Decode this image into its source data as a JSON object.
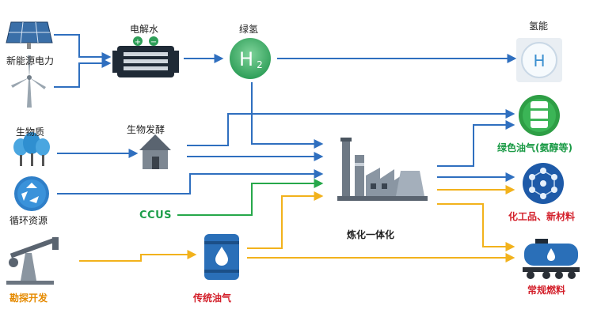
{
  "nodes": {
    "renewable_power": "新能源电力",
    "electrolysis": "电解水",
    "green_hydrogen": "绿氢",
    "hydrogen_symbol_main": "H",
    "hydrogen_symbol_sub": "2",
    "hydrogen_energy": "氢能",
    "hydrogen_icon_letter": "H",
    "biomass": "生物质",
    "bio_fermentation": "生物发酵",
    "recycled_resources": "循环资源",
    "ccus": "CCUS",
    "refining_integration": "炼化一体化",
    "green_oil_gas": "绿色油气(氨醇等)",
    "chemicals_materials": "化工品、新材料",
    "conventional_fuel": "常规燃料",
    "exploration": "勘探开发",
    "traditional_oil_gas": "传统油气"
  },
  "colors": {
    "blue_flow": "#2f6fbf",
    "green_flow": "#26a84a",
    "yellow_flow": "#f2b21c",
    "hydrogen_green": "#3fb36b",
    "label_red": "#d31f2a",
    "label_orange": "#e58a00"
  }
}
